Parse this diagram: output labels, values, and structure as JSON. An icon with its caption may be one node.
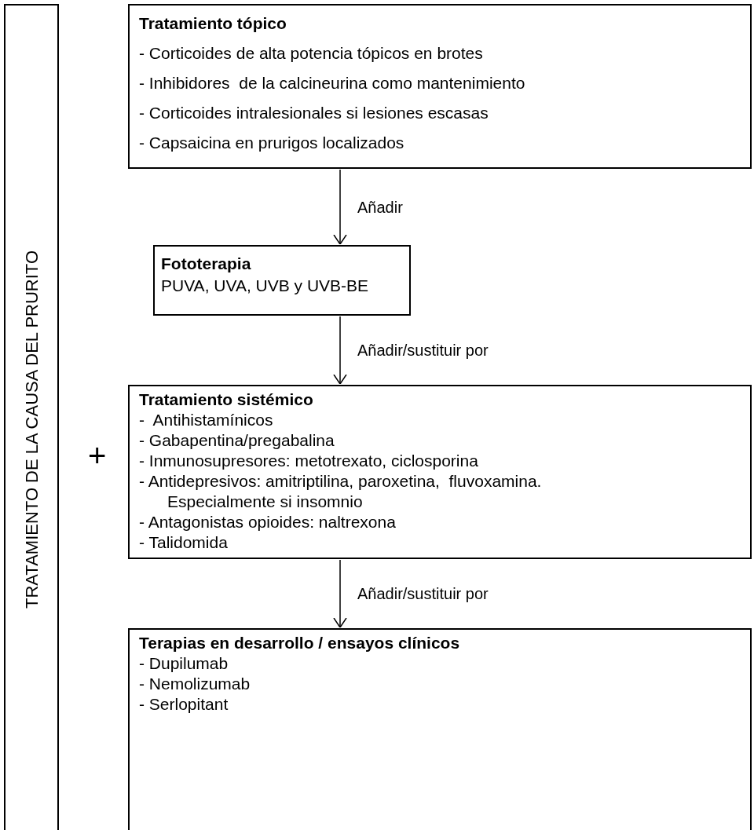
{
  "diagram": {
    "nodes": [
      {
        "text": [
          "TRATAMIENTO DE LA CAUSA DEL PRURITO"
        ]
      },
      {
        "text": [
          "Tratamiento tópico",
          "- Corticoides de alta potencia tópicos en brotes",
          "- Inhibidores  de la calcineurina como mantenimiento",
          "- Corticoides intralesionales si lesiones escasas",
          "- Capsaicina en prurigos localizados"
        ]
      },
      {
        "text": [
          "Fototerapia",
          "PUVA, UVA, UVB y UVB-BE"
        ]
      },
      {
        "text": [
          "Tratamiento sistémico",
          "-  Antihistamínicos",
          "- Gabapentina/pregabalina",
          "- Inmunosupresores: metotrexato, ciclosporina",
          "- Antidepresivos: amitriptilina, paroxetina,  fluvoxamina. Especialmente si insomnio",
          "- Antagonistas opioides: naltrexona",
          "- Talidomida"
        ]
      },
      {
        "text": [
          "Terapias en desarrollo / ensayos clínicos",
          "- Dupilumab",
          "- Nemolizumab",
          "- Serlopitant"
        ]
      }
    ],
    "edges": [
      {
        "from": 1,
        "to": 2,
        "arrow": "to",
        "label": "Añadir"
      },
      {
        "from": 2,
        "to": 3,
        "arrow": "to",
        "label": "Añadir/sustituir por"
      },
      {
        "from": 3,
        "to": 4,
        "arrow": "to",
        "label": "Añadir/sustituir por"
      }
    ],
    "labels": [
      "+"
    ]
  }
}
